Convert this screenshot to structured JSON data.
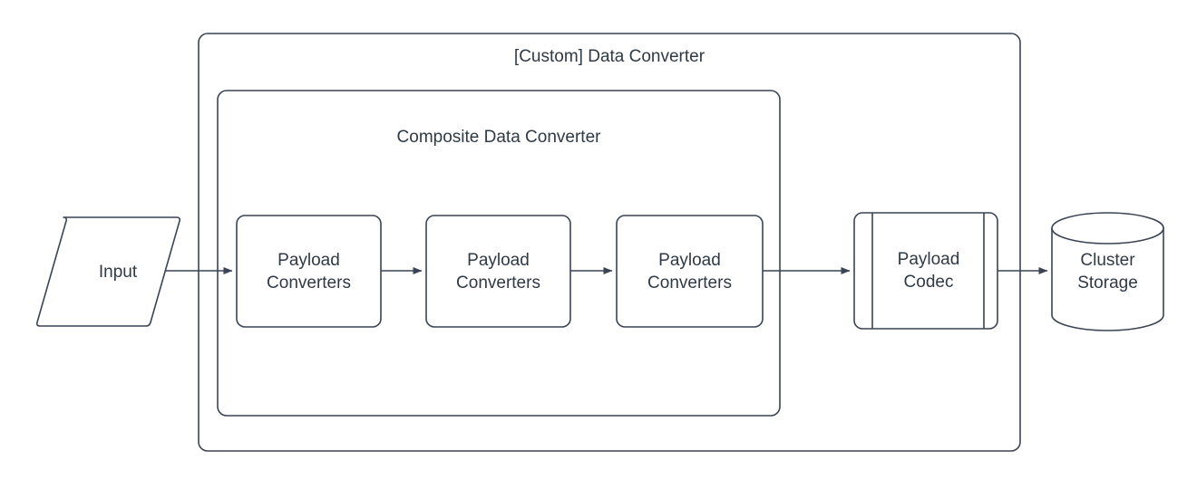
{
  "diagram": {
    "title": "[Custom] Data Converter",
    "background_color": "#ffffff",
    "stroke_color": "#3a4452",
    "text_color": "#2f3a45",
    "containers": [
      {
        "id": "custom-data-converter",
        "label": "[Custom] Data Converter",
        "shape": "rounded-rectangle"
      },
      {
        "id": "composite-data-converter",
        "label": "Composite Data Converter",
        "shape": "rounded-rectangle"
      }
    ],
    "nodes": [
      {
        "id": "input",
        "label": "Input",
        "shape": "parallelogram"
      },
      {
        "id": "payload-converters-1",
        "label": "Payload\nConverters",
        "shape": "rounded-rectangle"
      },
      {
        "id": "payload-converters-2",
        "label": "Payload\nConverters",
        "shape": "rounded-rectangle"
      },
      {
        "id": "payload-converters-3",
        "label": "Payload\nConverters",
        "shape": "rounded-rectangle"
      },
      {
        "id": "payload-codec",
        "label": "Payload\nCodec",
        "shape": "predefined-process"
      },
      {
        "id": "cluster-storage",
        "label": "Cluster\nStorage",
        "shape": "cylinder"
      }
    ],
    "edges": [
      {
        "id": "edge-input-to-pc1",
        "from": "input",
        "to": "payload-converters-1",
        "arrow": "single"
      },
      {
        "id": "edge-pc1-to-pc2",
        "from": "payload-converters-1",
        "to": "payload-converters-2",
        "arrow": "single"
      },
      {
        "id": "edge-pc2-to-pc3",
        "from": "payload-converters-2",
        "to": "payload-converters-3",
        "arrow": "single"
      },
      {
        "id": "edge-pc3-to-codec",
        "from": "payload-converters-3",
        "to": "payload-codec",
        "arrow": "single"
      },
      {
        "id": "edge-codec-to-storage",
        "from": "payload-codec",
        "to": "cluster-storage",
        "arrow": "single"
      }
    ]
  }
}
